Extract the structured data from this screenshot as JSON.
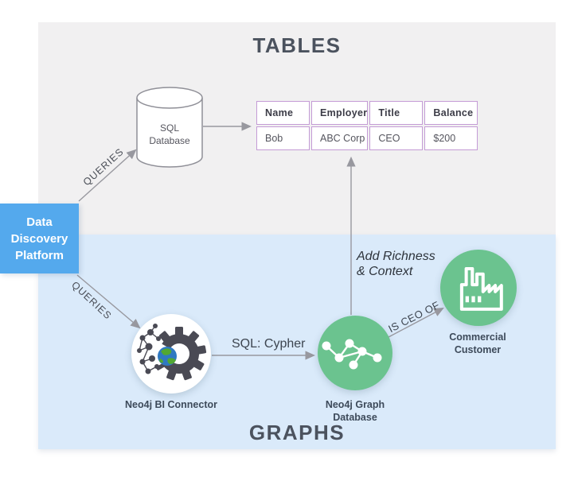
{
  "titles": {
    "tables": "TABLES",
    "graphs": "GRAPHS"
  },
  "nodes": {
    "data_discovery_platform": {
      "label": "Data\nDiscovery\nPlatform",
      "color": "#54a9ed"
    },
    "sql_database": {
      "label": "SQL\nDatabase"
    },
    "neo4j_bi_connector": {
      "label": "Neo4j BI Connector"
    },
    "neo4j_graph_database": {
      "label": "Neo4j Graph\nDatabase",
      "color": "#6bc38f"
    },
    "commercial_customer": {
      "label": "Commercial\nCustomer",
      "color": "#6bc38f"
    }
  },
  "edges": {
    "queries_to_sql": {
      "label": "QUERIES"
    },
    "queries_to_connector": {
      "label": "QUERIES"
    },
    "sql_cypher": {
      "label": "SQL: Cypher"
    },
    "is_ceo_of": {
      "label": "IS CEO OF"
    },
    "add_richness": {
      "label": "Add Richness\n& Context"
    }
  },
  "table": {
    "headers": [
      "Name",
      "Employer",
      "Title",
      "Balance"
    ],
    "rows": [
      [
        "Bob",
        "ABC Corp",
        "CEO",
        "$200"
      ]
    ],
    "border_color": "#c49bd6"
  },
  "colors": {
    "tables_panel": "#f1f0f1",
    "graphs_panel": "#daeafa",
    "accent_blue": "#54a9ed",
    "accent_green": "#6bc38f",
    "arrow_gray": "#98989f",
    "title_text": "#4b525e"
  }
}
